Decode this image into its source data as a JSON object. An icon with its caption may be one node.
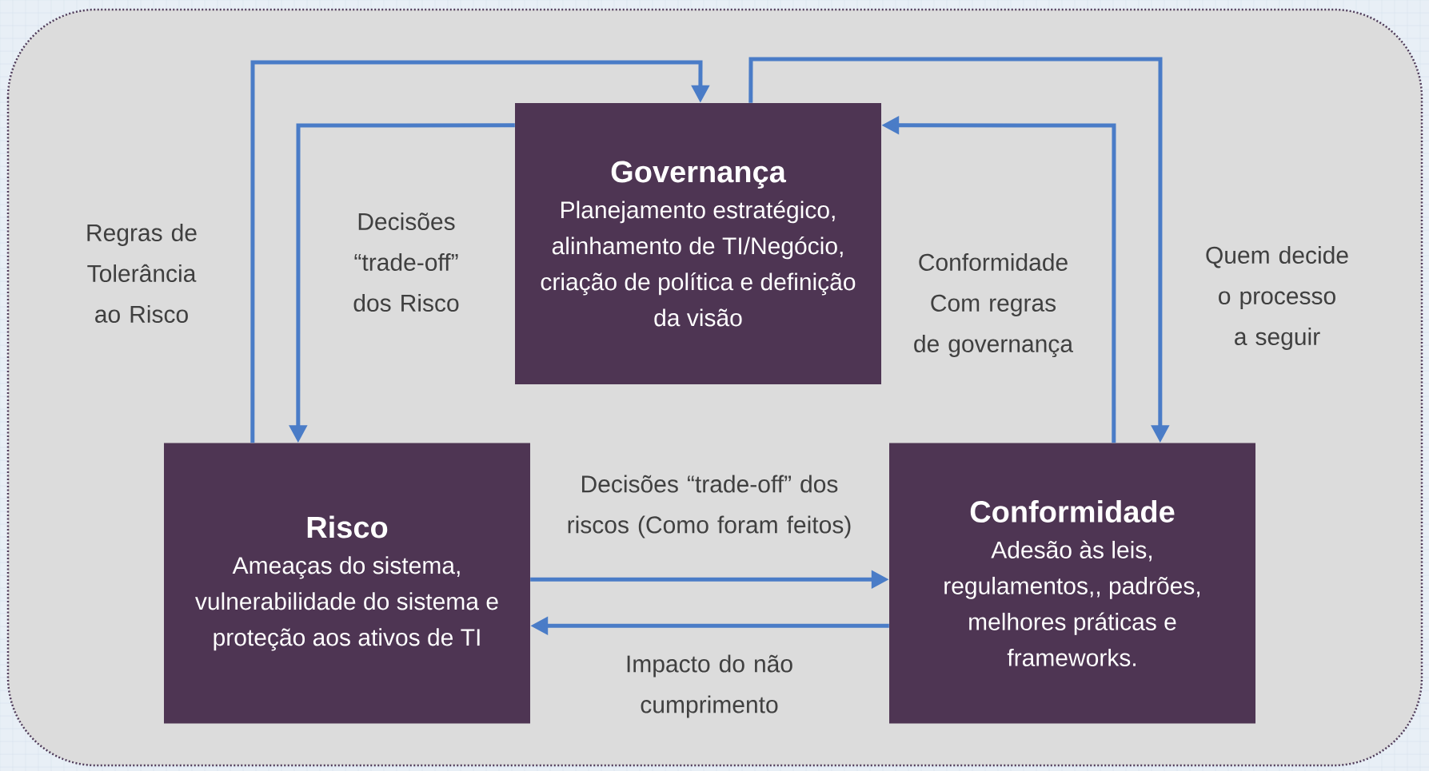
{
  "diagram": {
    "nodes": [
      {
        "text": [
          "Governança",
          "Planejamento estratégico, alinhamento de TI/Negócio, criação de política e definição da visão"
        ]
      },
      {
        "text": [
          "Risco",
          "Ameaças do sistema, vulnerabilidade do sistema e proteção aos ativos de TI"
        ]
      },
      {
        "text": [
          "Conformidade",
          "Adesão às leis, regulamentos,, padrões, melhores práticas e frameworks."
        ]
      }
    ],
    "edges": [
      {
        "from": 1,
        "to": 0,
        "arrow": "to",
        "label": "Regras de Tolerância ao Risco"
      },
      {
        "from": 0,
        "to": 1,
        "arrow": "to",
        "label": "Decisões “trade-off” dos Risco"
      },
      {
        "from": 2,
        "to": 0,
        "arrow": "to",
        "label": "Conformidade Com regras de governança"
      },
      {
        "from": 0,
        "to": 2,
        "arrow": "to",
        "label": "Quem decide o processo a seguir"
      },
      {
        "from": 1,
        "to": 2,
        "arrow": "to",
        "label": "Decisões “trade-off” dos riscos (Como foram feitos)"
      },
      {
        "from": 2,
        "to": 1,
        "arrow": "to",
        "label": "Impacto do não cumprimento"
      }
    ]
  }
}
